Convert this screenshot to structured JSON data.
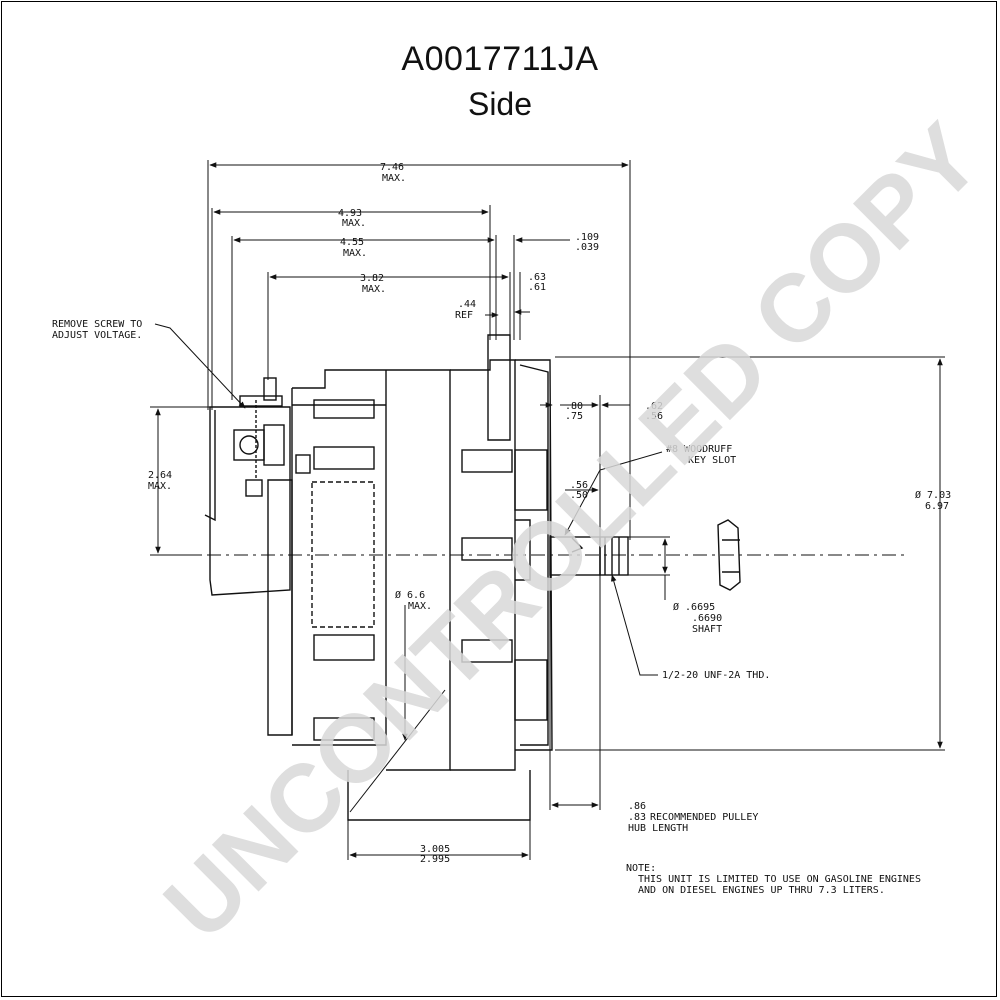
{
  "header": {
    "title": "A0017711JA",
    "subtitle": "Side"
  },
  "watermark": {
    "text": "UNCONTROLLED COPY",
    "color": "#d9d9d9"
  },
  "dimensions": {
    "overall": {
      "value": "7.46",
      "qualifier": "MAX."
    },
    "d493": {
      "value": "4.93",
      "qualifier": "MAX."
    },
    "d455": {
      "value": "4.55",
      "qualifier": "MAX."
    },
    "d382": {
      "value": "3.82",
      "qualifier": "MAX."
    },
    "ref44": {
      "value": ".44",
      "qualifier": "REF"
    },
    "d109": {
      "upper": ".109",
      "lower": ".039"
    },
    "d63": {
      "upper": ".63",
      "lower": ".61"
    },
    "d80": {
      "upper": ".80",
      "lower": ".75"
    },
    "d62": {
      "upper": ".62",
      "lower": ".56"
    },
    "d56": {
      "upper": ".56",
      "lower": ".50"
    },
    "h264": {
      "value": "2.64",
      "qualifier": "MAX."
    },
    "dia66": {
      "value": "Ø 6.6",
      "qualifier": "MAX."
    },
    "dia703": {
      "upper": "Ø 7.03",
      "lower": "6.97"
    },
    "shaft": {
      "upper": "Ø .6695",
      "lower": ".6690",
      "label": "SHAFT"
    },
    "width3005": {
      "upper": "3.005",
      "lower": "2.995"
    },
    "hub": {
      "upper": ".86",
      "lower": ".83",
      "label1": "RECOMMENDED PULLEY",
      "label2": "HUB LENGTH"
    }
  },
  "callouts": {
    "screw_line1": "REMOVE SCREW TO",
    "screw_line2": "ADJUST VOLTAGE.",
    "key_line1": "#8 WOODRUFF",
    "key_line2": "KEY SLOT",
    "thread": "1/2-20 UNF-2A THD."
  },
  "note": {
    "heading": "NOTE:",
    "line1": "THIS UNIT IS LIMITED TO USE ON GASOLINE ENGINES",
    "line2": "AND ON DIESEL ENGINES UP THRU 7.3 LITERS."
  }
}
